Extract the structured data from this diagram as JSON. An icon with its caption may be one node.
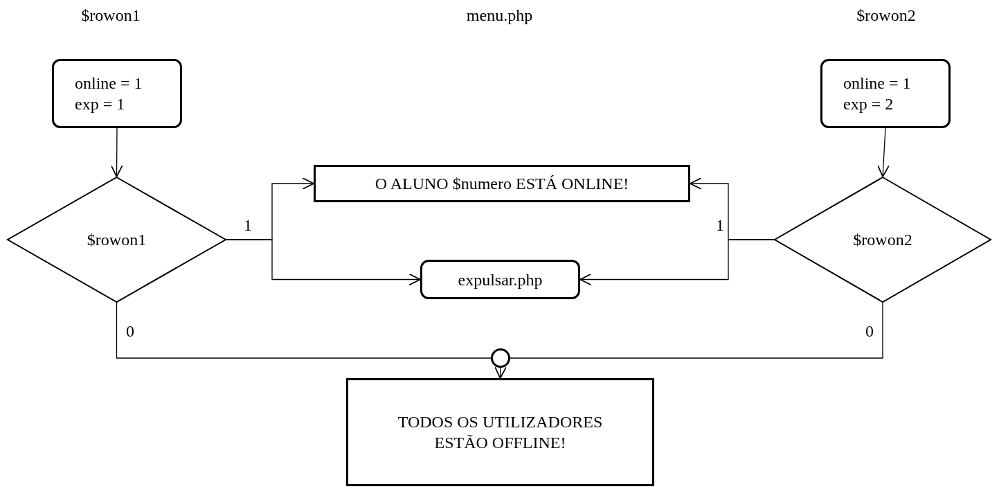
{
  "diagram": {
    "title": "menu.php",
    "nodes": [
      {
        "text": [
          "$rowon1",
          "online = 1 exp = 1"
        ]
      },
      {
        "text": [
          "$rowon1"
        ]
      },
      {
        "text": [
          "O ALUNO $numero ESTÁ ONLINE!"
        ]
      },
      {
        "text": [
          "expulsar.php"
        ]
      },
      {
        "text": [
          "$rowon2",
          "online = 1 exp = 2"
        ]
      },
      {
        "text": [
          "$rowon2"
        ]
      },
      {
        "text": [],
        "shape": "circle"
      },
      {
        "text": [
          "TODOS OS UTILIZADORES ESTÃO OFFLINE!"
        ]
      }
    ],
    "edges": [
      {
        "from": 0,
        "to": 1,
        "arrow": "to"
      },
      {
        "from": 1,
        "to": 2,
        "arrow": "to",
        "label": "1"
      },
      {
        "from": 1,
        "to": 3,
        "arrow": "to"
      },
      {
        "from": 4,
        "to": 5,
        "arrow": "to"
      },
      {
        "from": 5,
        "to": 2,
        "arrow": "to",
        "label": "1"
      },
      {
        "from": 5,
        "to": 3,
        "arrow": "to"
      },
      {
        "from": 1,
        "to": 6,
        "arrow": "none",
        "label": "0"
      },
      {
        "from": 5,
        "to": 6,
        "arrow": "none",
        "label": "0"
      },
      {
        "from": 6,
        "to": 7,
        "arrow": "to"
      }
    ]
  }
}
